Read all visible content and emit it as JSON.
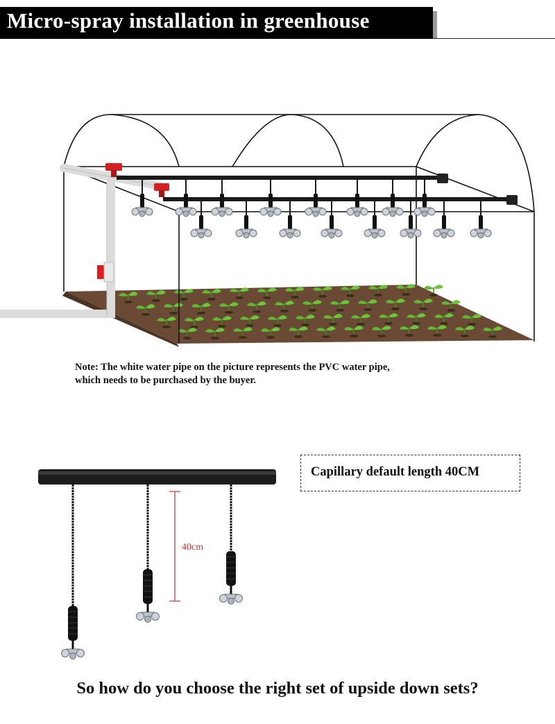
{
  "header": {
    "title": "Micro-spray installation in greenhouse"
  },
  "note": {
    "line1": "Note: The white water pipe on the picture represents the PVC water pipe,",
    "line2": "which needs to be purchased by the buyer."
  },
  "capillary": {
    "label": "Capillary default length 40CM"
  },
  "detail": {
    "dimension_label": "40cm"
  },
  "footer": {
    "question": "So how do you choose the right set of upside down sets?"
  },
  "colors": {
    "valve": "#d42020",
    "pipe": "#1a1a1a",
    "soil": "#6b4a35",
    "leaf": "#5fb830",
    "dimension": "#d03030"
  }
}
